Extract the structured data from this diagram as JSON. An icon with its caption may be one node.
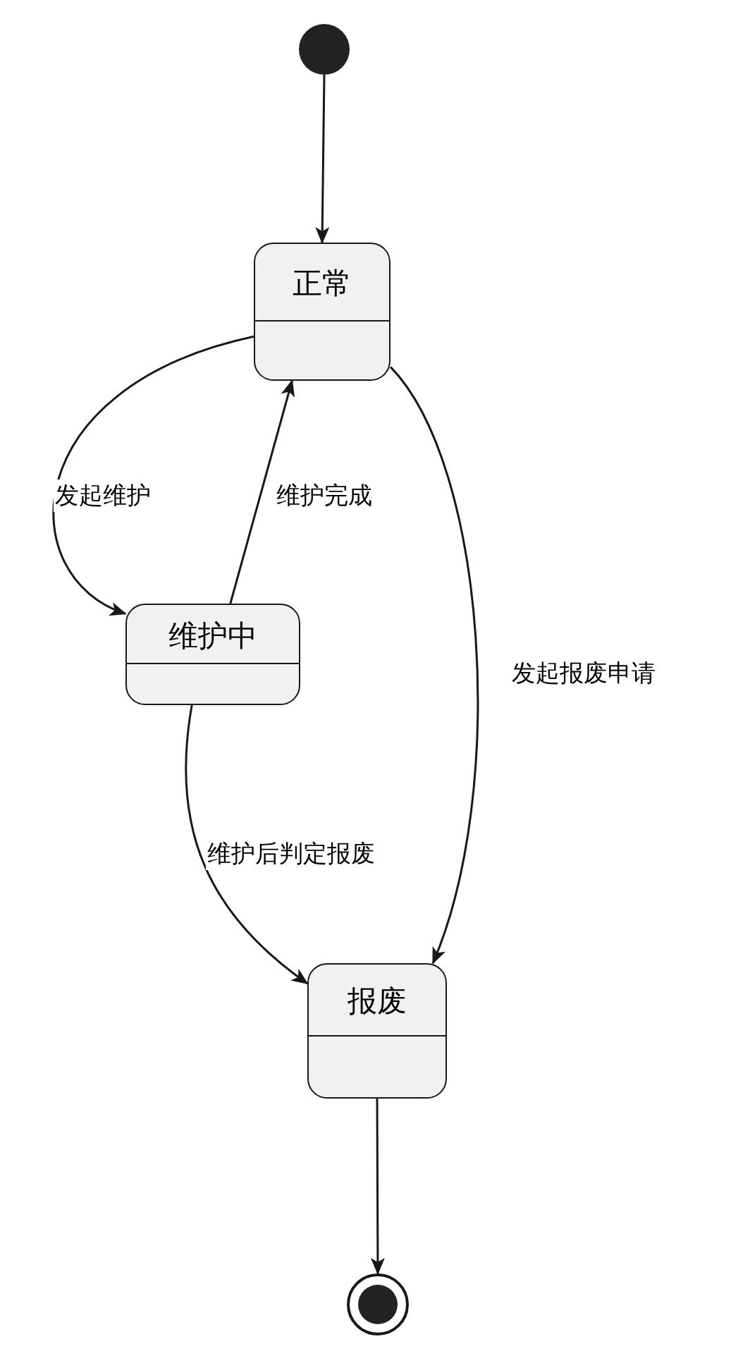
{
  "diagram": {
    "nodes": [
      {
        "text": [],
        "shape": "circle"
      },
      {
        "text": [
          "正常"
        ]
      },
      {
        "text": [
          "维护中"
        ]
      },
      {
        "text": [
          "报废"
        ]
      },
      {
        "text": [],
        "shape": "circle"
      }
    ],
    "edges": [
      {
        "from": 0,
        "to": 1,
        "arrow": "to"
      },
      {
        "from": 1,
        "to": 2,
        "arrow": "to",
        "label": "发起维护"
      },
      {
        "from": 2,
        "to": 1,
        "arrow": "to",
        "label": "维护完成"
      },
      {
        "from": 1,
        "to": 3,
        "arrow": "to",
        "label": "发起报废申请"
      },
      {
        "from": 2,
        "to": 3,
        "arrow": "to",
        "label": "维护后判定报废"
      },
      {
        "from": 3,
        "to": 4,
        "arrow": "to"
      }
    ]
  }
}
